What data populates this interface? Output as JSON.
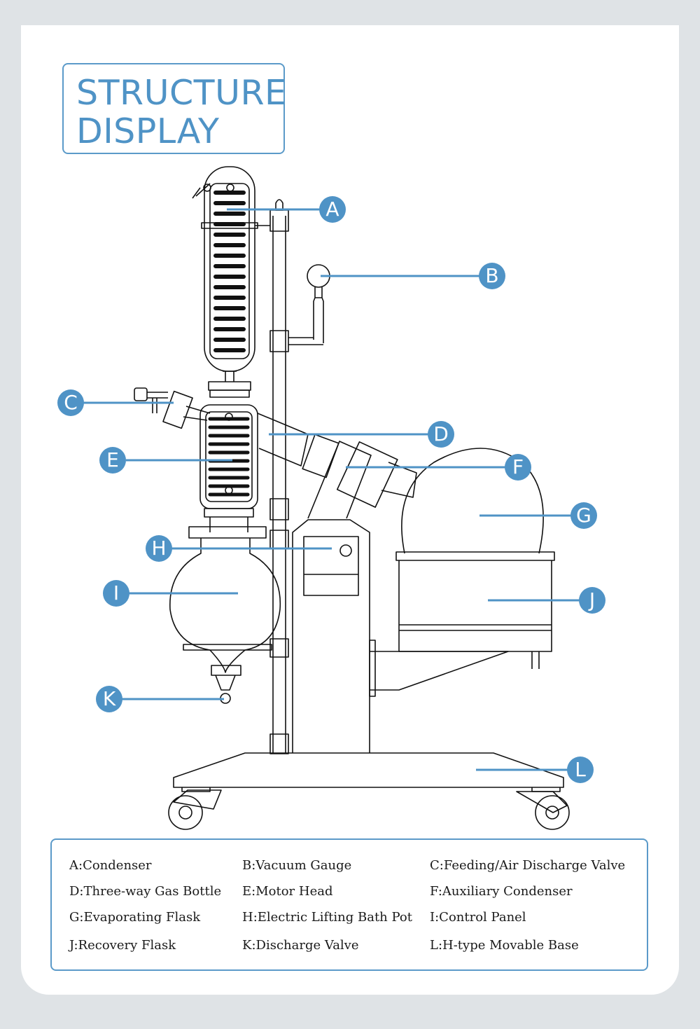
{
  "title": {
    "line1": "STRUCTURE",
    "line2": "DISPLAY"
  },
  "colors": {
    "accent": "#4f93c6",
    "line": "#111111",
    "callout": "#4f93c6"
  },
  "callouts": [
    "A",
    "B",
    "C",
    "D",
    "E",
    "F",
    "G",
    "H",
    "I",
    "J",
    "K",
    "L"
  ],
  "legend": [
    "A:Condenser",
    "B:Vacuum Gauge",
    "C:Feeding/Air Discharge Valve",
    "D:Three-way Gas Bottle",
    "E:Motor Head",
    "F:Auxiliary Condenser",
    "G:Evaporating Flask",
    "H:Electric Lifting Bath Pot",
    "I:Control Panel",
    "J:Recovery Flask",
    "K:Discharge Valve",
    "L:H-type Movable Base"
  ]
}
